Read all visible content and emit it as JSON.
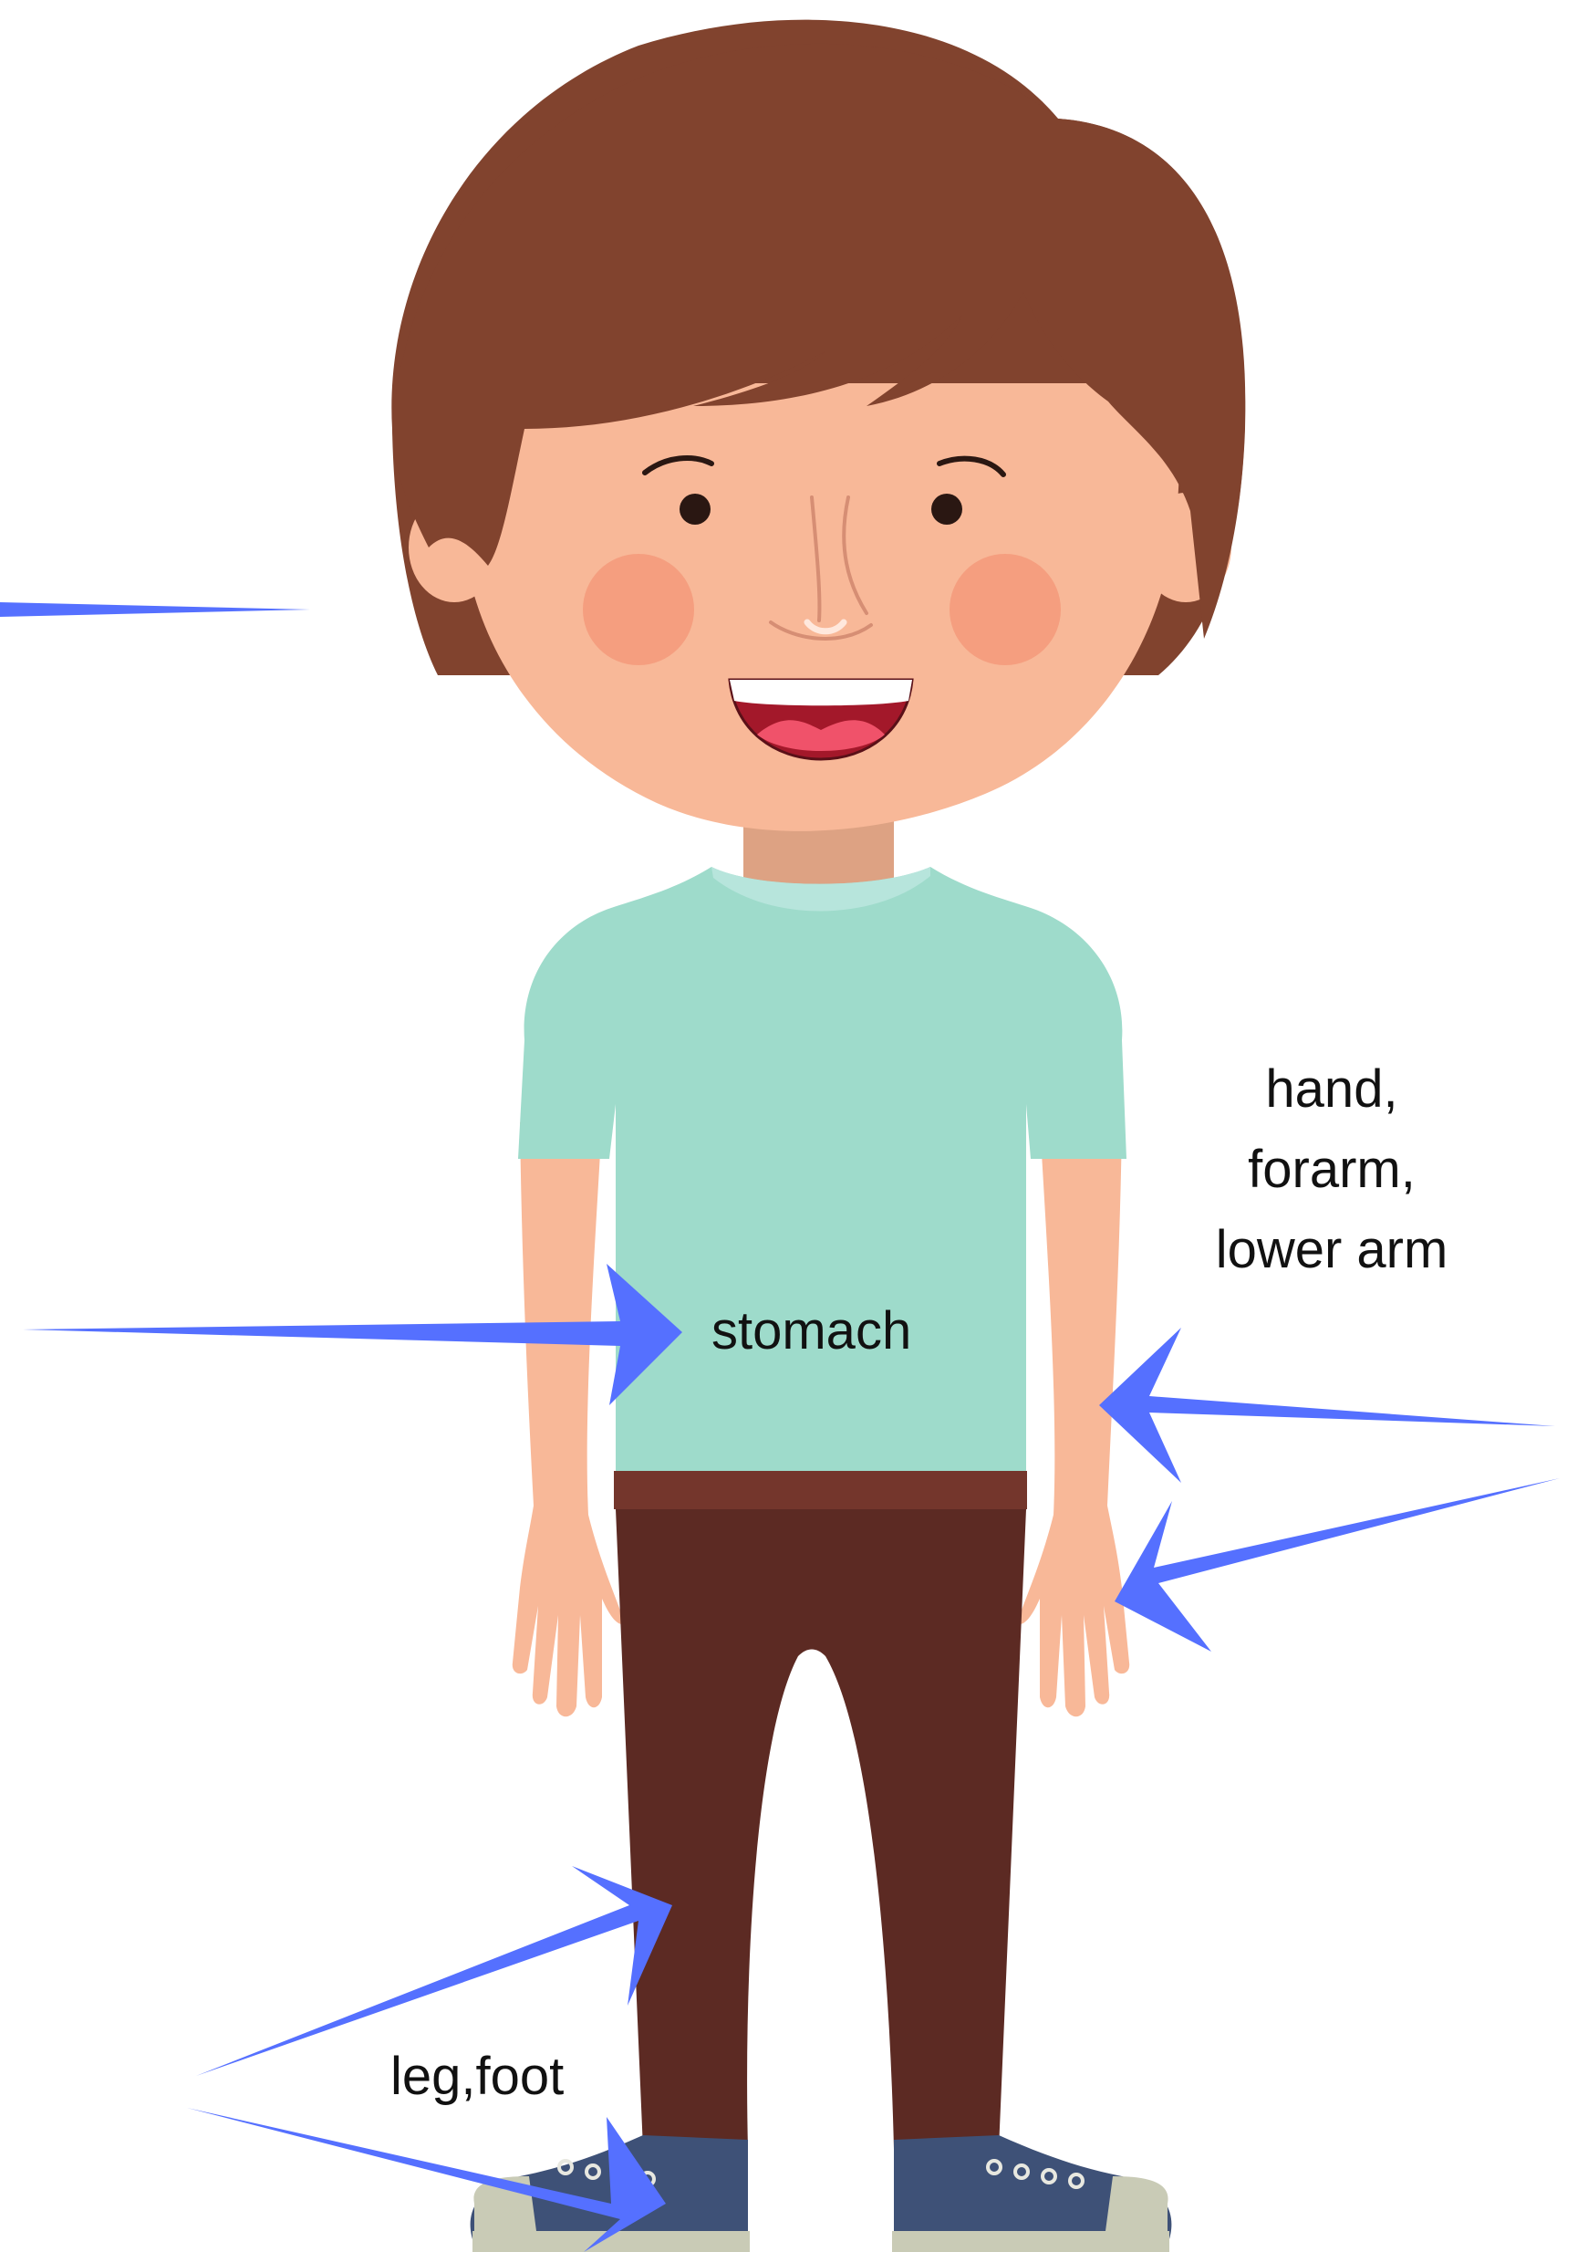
{
  "labels": {
    "hand_lines": [
      "hand,",
      "forarm,",
      "lower arm"
    ],
    "stomach": "stomach",
    "leg_foot": "leg,foot"
  },
  "colors": {
    "arrow": "#5570FF",
    "hair": "#81432E",
    "skin": "#F8B898",
    "cheek": "#F49B7C",
    "shirt": "#9EDBCB",
    "shirt_collar": "#B7E5DC",
    "neck": "#DDA283",
    "belt": "#74362C",
    "pants": "#5C2A23",
    "shoe": "#3E5177",
    "shoe_sole": "#C9CBB6",
    "mouth": "#A3182A",
    "tongue": "#F0526A"
  },
  "icons": [
    "arrow-icon",
    "boy-figure"
  ]
}
